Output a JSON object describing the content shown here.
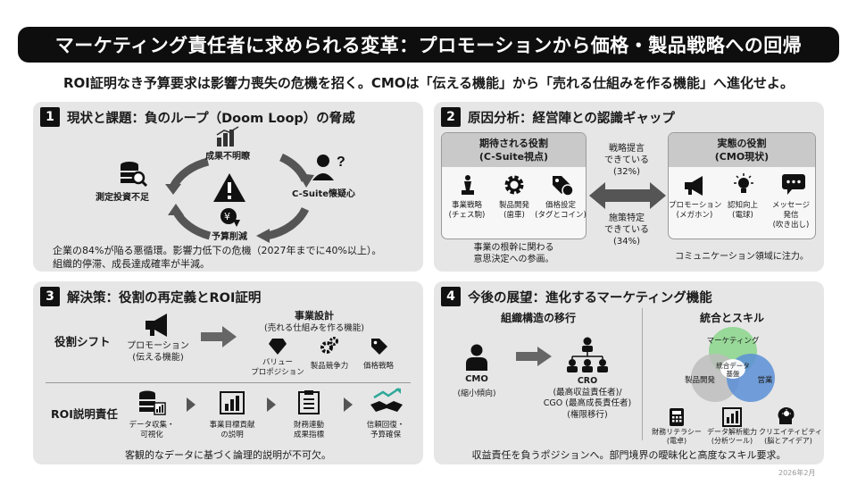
{
  "title": "マーケティング責任者に求められる変革：プロモーションから価格・製品戦略への回帰",
  "subtitle": "ROI証明なき予算要求は影響力喪失の危機を招く。CMOは「伝える機能」から「売れる仕組みを作る機能」へ進化せよ。",
  "date": "2026年2月",
  "s1": {
    "num": "1",
    "heading": "現状と課題：負のループ（Doom Loop）の脅威",
    "node_top": "成果不明瞭",
    "node_right": "C-Suite懐疑心",
    "node_bottom": "予算削減",
    "node_left": "測定投資不足",
    "note1": "企業の84%が陥る悪循環。影響力低下の危機（2027年までに40%以上）。",
    "note2": "組織的停滞、成長達成確率が半減。"
  },
  "s2": {
    "num": "2",
    "heading": "原因分析：経営陣との認識ギャップ",
    "left_title": "期待される役割",
    "left_sub": "(C-Suite視点)",
    "left_items": [
      {
        "l1": "事業戦略",
        "l2": "(チェス駒)"
      },
      {
        "l1": "製品開発",
        "l2": "(歯車)"
      },
      {
        "l1": "価格設定",
        "l2": "(タグとコイン)"
      }
    ],
    "left_note1": "事業の根幹に関わる",
    "left_note2": "意思決定への参画。",
    "gap_top1": "戦略提言",
    "gap_top2": "できている",
    "gap_top3": "(32%)",
    "gap_bot1": "施策特定",
    "gap_bot2": "できている",
    "gap_bot3": "(34%)",
    "right_title": "実態の役割",
    "right_sub": "(CMO現状)",
    "right_items": [
      {
        "l1": "プロモーション",
        "l2": "(メガホン)"
      },
      {
        "l1": "認知向上",
        "l2": "(電球)"
      },
      {
        "l1": "メッセージ",
        "l2": "発信",
        "l3": "(吹き出し)"
      }
    ],
    "right_note": "コミュニケーション領域に注力。"
  },
  "s3": {
    "num": "3",
    "heading": "解決策：役割の再定義とROI証明",
    "row1_label": "役割シフト",
    "from1": "プロモーション",
    "from2": "(伝える機能)",
    "to_title": "事業設計",
    "to_sub": "(売れる仕組みを作る機能)",
    "to_items": [
      {
        "l1": "バリュー",
        "l2": "プロポジション"
      },
      {
        "l1": "製品競争力"
      },
      {
        "l1": "価格戦略"
      }
    ],
    "row2_label": "ROI説明責任",
    "steps": [
      {
        "l1": "データ収集・",
        "l2": "可視化"
      },
      {
        "l1": "事業目標貢献",
        "l2": "の説明"
      },
      {
        "l1": "財務連動",
        "l2": "成果指標"
      },
      {
        "l1": "信頼回復・",
        "l2": "予算確保"
      }
    ],
    "note": "客観的なデータに基づく論理的説明が不可欠。"
  },
  "s4": {
    "num": "4",
    "heading": "今後の展望：進化するマーケティング機能",
    "org_title": "組織構造の移行",
    "cmo": "CMO",
    "cmo_sub": "(縮小傾向)",
    "cro": "CRO",
    "cro_sub1": "(最高収益責任者)/",
    "cro_sub2": "CGO (最高成長責任者)",
    "cro_sub3": "(権限移行)",
    "skill_title": "統合とスキル",
    "v_top": "マーケティング",
    "v_left": "製品開発",
    "v_right": "営業",
    "v_center1": "統合データ",
    "v_center2": "基盤",
    "skills": [
      {
        "l1": "財務リテラシー",
        "l2": "(電卓)"
      },
      {
        "l1": "データ解析能力",
        "l2": "(分析ツール)"
      },
      {
        "l1": "クリエイティビティ",
        "l2": "(脳とアイデア)"
      }
    ],
    "note": "収益責任を負うポジションへ。部門境界の曖昧化と高度なスキル要求。"
  },
  "colors": {
    "dark": "#0e0e0e",
    "panel": "#e6e6e6",
    "venn_green": "#8fd68f",
    "venn_gray": "#bdbdbd",
    "venn_blue": "#5b8fd6"
  }
}
